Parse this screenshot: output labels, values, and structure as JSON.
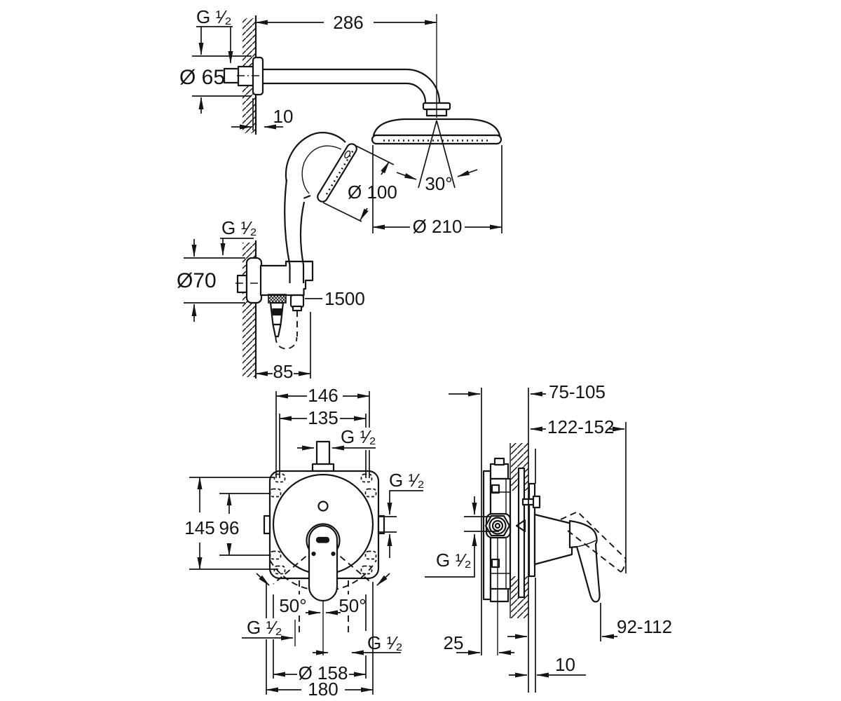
{
  "colors": {
    "line": "#141414",
    "background": "#ffffff"
  },
  "labels": {
    "top_assembly": {
      "thread": "G ¹⁄₂",
      "escutcheon_diameter": "Ø 65",
      "arm_length": "286",
      "wall_projection": "10",
      "spray_angle": "30°",
      "head_diameter": "Ø 210",
      "hand_shower_diameter": "Ø 100"
    },
    "wall_union": {
      "thread": "G ¹⁄₂",
      "escutcheon_diameter": "Ø70",
      "hose_length": "1500",
      "bracket_depth": "85"
    },
    "front_view": {
      "hole_spacing_outer": "146",
      "hole_spacing_inner": "135",
      "thread_top": "G ¹⁄₂",
      "thread_side": "G ¹⁄₂",
      "height_outer": "145",
      "height_inner": "96",
      "swing_angle_left": "50°",
      "swing_angle_right": "50°",
      "thread_bottom_left": "G ¹⁄₂",
      "thread_bottom_right": "G ¹⁄₂",
      "escutcheon_diameter": "Ø 158",
      "plate_width": "180"
    },
    "side_view": {
      "rough_in_depth": "75-105",
      "trim_depth": "122-152",
      "thread": "G ¹⁄₂",
      "back_offset": "25",
      "wall_layer": "10",
      "handle_projection": "92-112"
    }
  }
}
